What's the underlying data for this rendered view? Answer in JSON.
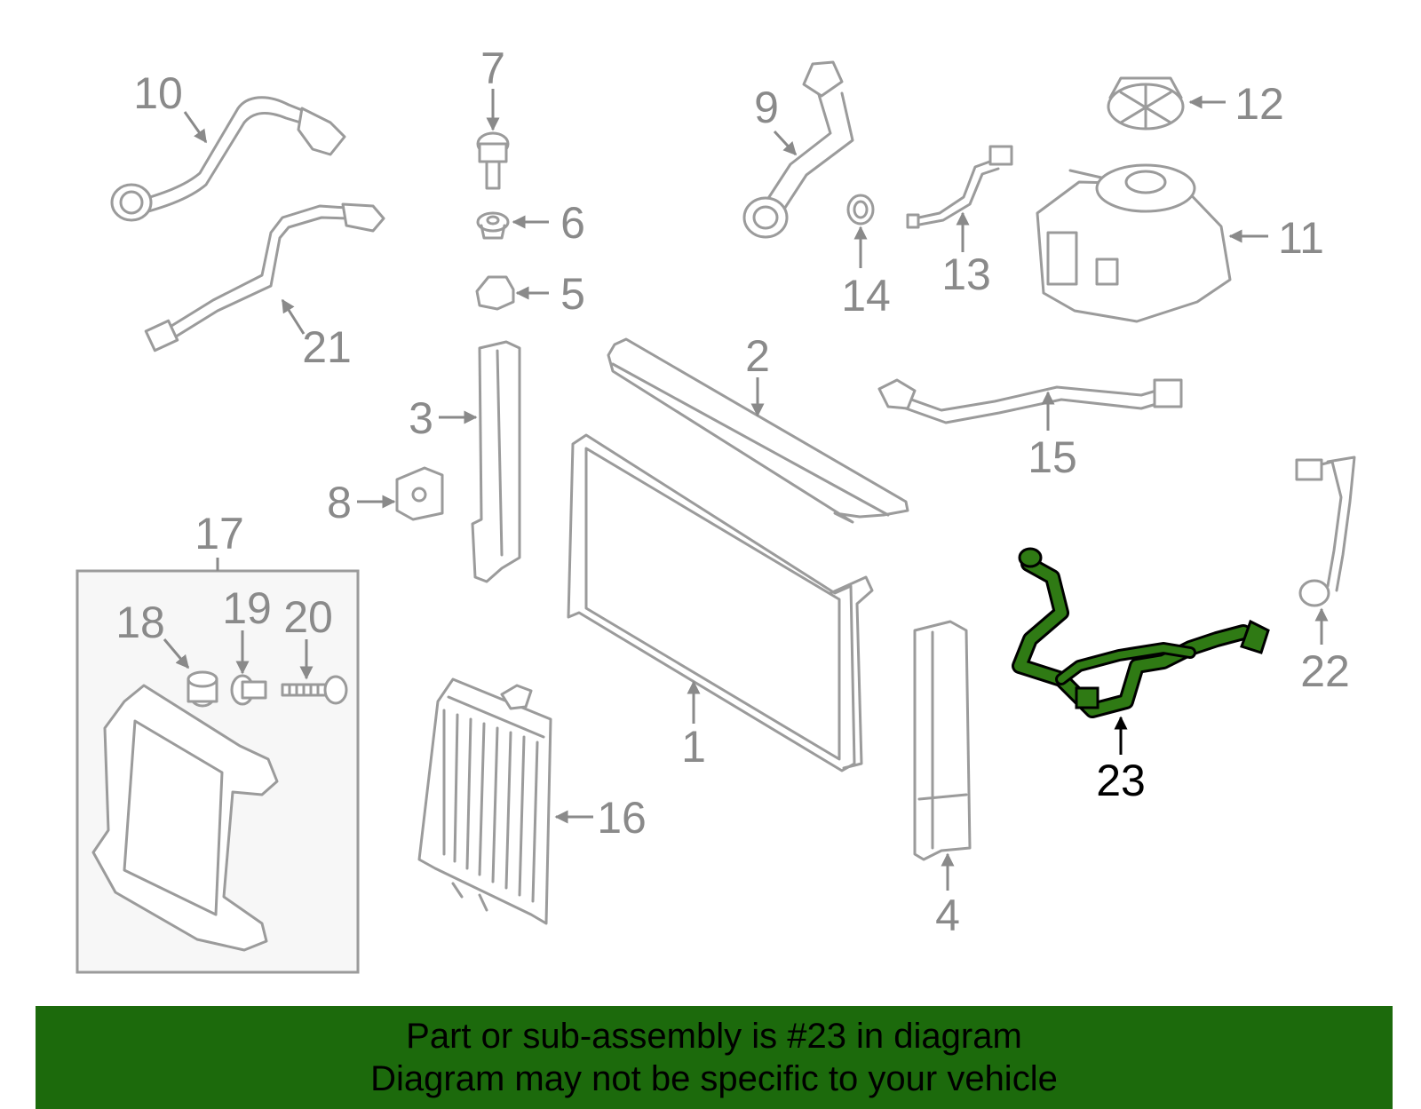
{
  "callouts": {
    "n1": "1",
    "n2": "2",
    "n3": "3",
    "n4": "4",
    "n5": "5",
    "n6": "6",
    "n7": "7",
    "n8": "8",
    "n9": "9",
    "n10": "10",
    "n11": "11",
    "n12": "12",
    "n13": "13",
    "n14": "14",
    "n15": "15",
    "n16": "16",
    "n17": "17",
    "n18": "18",
    "n19": "19",
    "n20": "20",
    "n21": "21",
    "n22": "22",
    "n23": "23"
  },
  "highlight": {
    "part": "23",
    "color": "#1c6a0c"
  },
  "colors": {
    "outline": "#9b9b9b",
    "callout": "#8a8a8a",
    "banner_bg": "#1c6a0c",
    "panel_bg": "#f7f7f7"
  },
  "banner": {
    "line1": "Part or sub-assembly is #23 in diagram",
    "line2": "Diagram may not be specific to your vehicle"
  }
}
